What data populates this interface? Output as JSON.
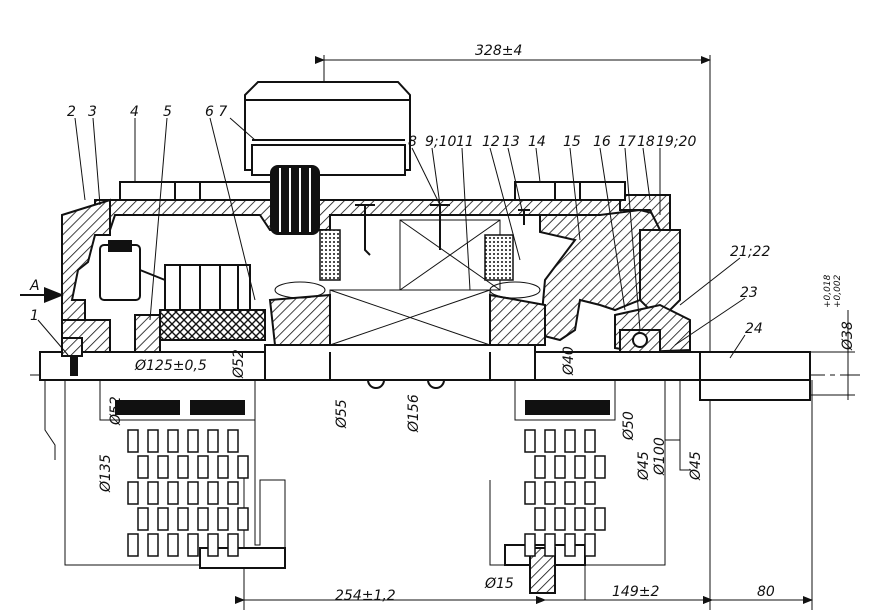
{
  "labels": {
    "p1": "1",
    "p2": "2",
    "p3": "3",
    "p4": "4",
    "p5": "5",
    "p67": "6 7",
    "p8": "8",
    "p910": "9;10",
    "p11": "11",
    "p12": "12",
    "p13": "13",
    "p14": "14",
    "p15": "15",
    "p16": "16",
    "p17": "17",
    "p18": "18",
    "p1920": "19;20",
    "p2122": "21;22",
    "p23": "23",
    "p24": "24",
    "arrowA": "A"
  },
  "dimensions": {
    "overall_length": "328±4",
    "bearing_span": "254±1,2",
    "right_segment": "149±2",
    "shaft_ext": "80",
    "d_shaft_tip": "Ø38",
    "d_shaft_tip_tol_upper": "+0,018",
    "d_shaft_tip_tol_lower": "+0,002",
    "d125": "Ø125±0,5",
    "d52a": "Ø52",
    "d52b": "Ø52",
    "d135": "Ø135",
    "d55": "Ø55",
    "d156": "Ø156",
    "d40": "Ø40",
    "d50": "Ø50",
    "d45a": "Ø45",
    "d100": "Ø100",
    "d45b": "Ø45",
    "d15": "Ø15"
  }
}
